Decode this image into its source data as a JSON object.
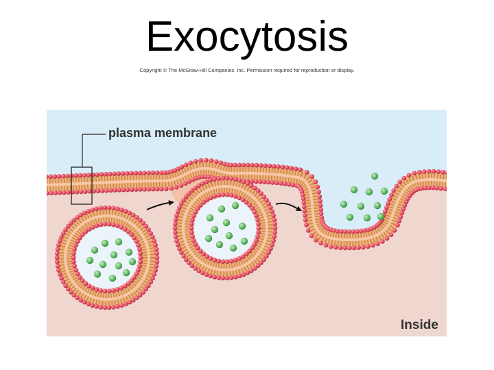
{
  "slide": {
    "title": "Exocytosis",
    "copyright": "Copyright © The McGraw-Hill Companies, Inc. Permission required for reproduction or display."
  },
  "figure": {
    "membrane_label": "plasma membrane",
    "inside_label": "Inside",
    "colors": {
      "outside": "#d9edf8",
      "inside": "#efd6cf",
      "membrane_core": "#f0b08a",
      "phospholipid_head": "#e04a5c",
      "phospholipid_tail": "#c68a2e",
      "vesicle_lumen": "#eaf4fa",
      "cargo": "#6cbd6c",
      "arrow": "#111111"
    }
  }
}
